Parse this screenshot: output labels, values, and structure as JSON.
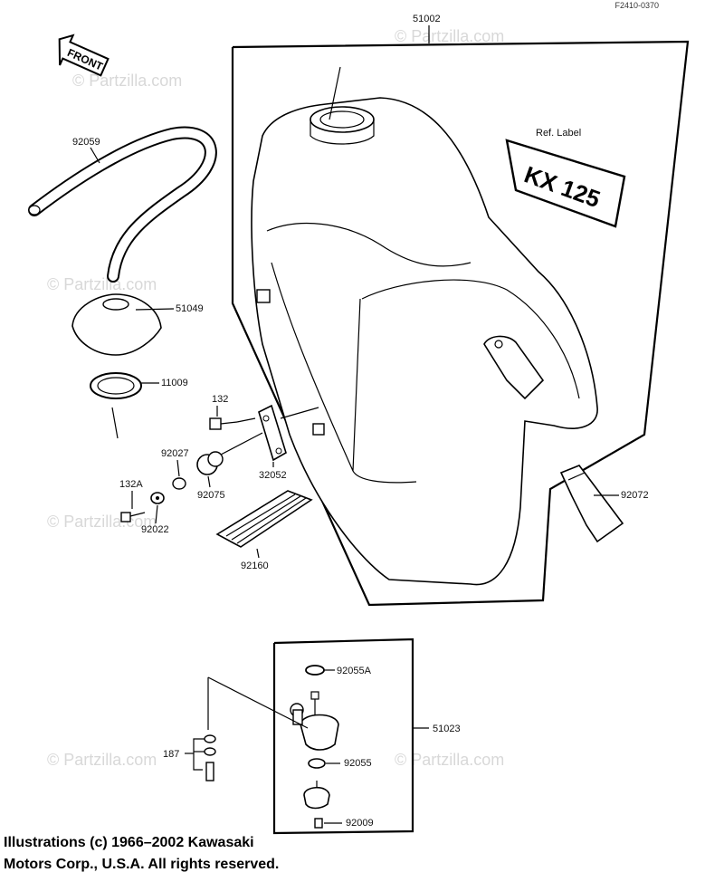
{
  "drawing_code": "F2410-0370",
  "watermark": "© Partzilla.com",
  "front_marker": "FRONT",
  "ref_label": "Ref. Label",
  "decal_text": "KX 125",
  "parts": {
    "p51002": "51002",
    "p92059": "92059",
    "p51049": "51049",
    "p11009": "11009",
    "p132": "132",
    "p92027": "92027",
    "p32052": "32052",
    "p92075": "92075",
    "p132A": "132A",
    "p92022": "92022",
    "p92160": "92160",
    "p92072": "92072",
    "p92055A": "92055A",
    "p51023": "51023",
    "p187": "187",
    "p92055": "92055",
    "p92009": "92009"
  },
  "copyright": {
    "line1": "Illustrations (c) 1966–2002 Kawasaki",
    "line2": "Motors Corp., U.S.A.  All rights reserved."
  }
}
